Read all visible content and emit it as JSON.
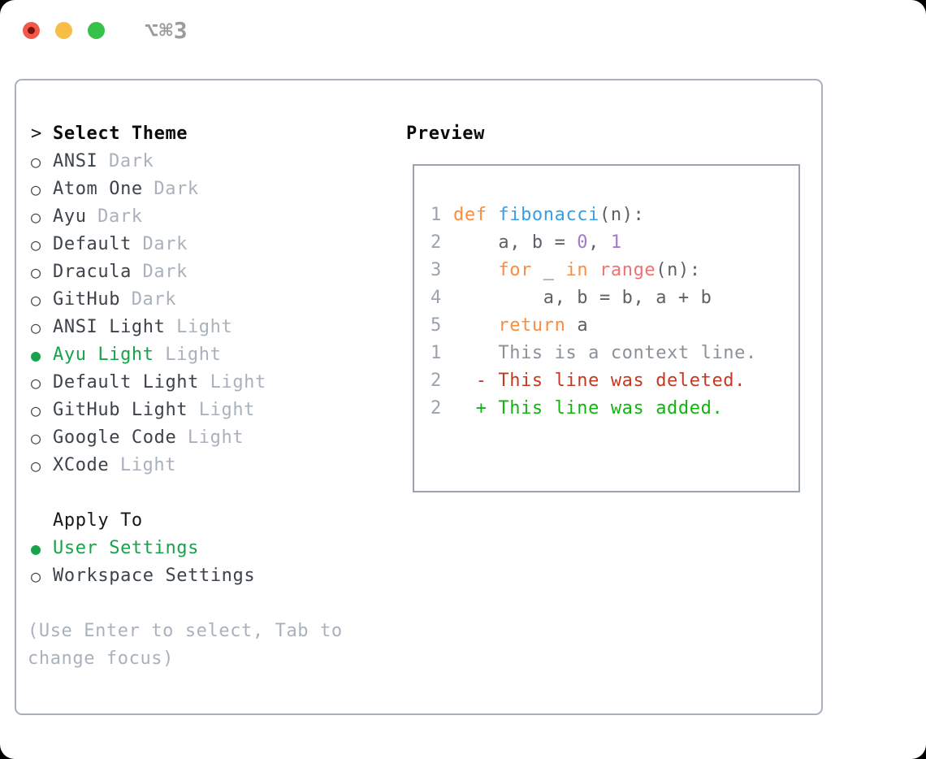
{
  "window": {
    "title": "⌥⌘3",
    "traffic_lights": [
      "close",
      "minimize",
      "zoom"
    ]
  },
  "icons": {
    "prompt": ">",
    "radio_selected": "●",
    "radio_unselected": "○"
  },
  "colors": {
    "selected_green": "#17a34a",
    "added_green": "#11b411",
    "deleted_red": "#c43a20",
    "keyword_orange": "#fa8d3e",
    "function_blue": "#399ee6",
    "constant_purple": "#a37acc",
    "range_coral": "#f07171",
    "muted_gray": "#a9b2bc",
    "panel_border": "#a8b0ba"
  },
  "theme_selector": {
    "header_label": "Select Theme",
    "items": [
      {
        "name": "ANSI",
        "variant": "Dark",
        "selected": false
      },
      {
        "name": "Atom One",
        "variant": "Dark",
        "selected": false
      },
      {
        "name": "Ayu",
        "variant": "Dark",
        "selected": false
      },
      {
        "name": "Default",
        "variant": "Dark",
        "selected": false
      },
      {
        "name": "Dracula",
        "variant": "Dark",
        "selected": false
      },
      {
        "name": "GitHub",
        "variant": "Dark",
        "selected": false
      },
      {
        "name": "ANSI Light",
        "variant": "Light",
        "selected": false
      },
      {
        "name": "Ayu Light",
        "variant": "Light",
        "selected": true
      },
      {
        "name": "Default Light",
        "variant": "Light",
        "selected": false
      },
      {
        "name": "GitHub Light",
        "variant": "Light",
        "selected": false
      },
      {
        "name": "Google Code",
        "variant": "Light",
        "selected": false
      },
      {
        "name": "XCode",
        "variant": "Light",
        "selected": false
      }
    ]
  },
  "apply_to": {
    "label": "Apply To",
    "options": [
      {
        "label": "User Settings",
        "selected": true
      },
      {
        "label": "Workspace Settings",
        "selected": false
      }
    ]
  },
  "hint": {
    "lines": [
      "(Use Enter to select, Tab to",
      "change focus)"
    ]
  },
  "preview": {
    "title": "Preview",
    "code_lines": [
      {
        "num": "1",
        "segments": [
          {
            "t": "def ",
            "c": "kw"
          },
          {
            "t": "fibonacci",
            "c": "fn"
          },
          {
            "t": "(n):",
            "c": "fg"
          }
        ]
      },
      {
        "num": "2",
        "segments": [
          {
            "t": "    a, b = ",
            "c": "fg"
          },
          {
            "t": "0",
            "c": "num"
          },
          {
            "t": ", ",
            "c": "fg"
          },
          {
            "t": "1",
            "c": "num"
          }
        ]
      },
      {
        "num": "3",
        "segments": [
          {
            "t": "    ",
            "c": "fg"
          },
          {
            "t": "for",
            "c": "kw"
          },
          {
            "t": " _ ",
            "c": "fg"
          },
          {
            "t": "in",
            "c": "kw"
          },
          {
            "t": " ",
            "c": "fg"
          },
          {
            "t": "range",
            "c": "rng"
          },
          {
            "t": "(n):",
            "c": "fg"
          }
        ]
      },
      {
        "num": "4",
        "segments": [
          {
            "t": "        a, b = b, a + b",
            "c": "fg"
          }
        ]
      },
      {
        "num": "5",
        "segments": [
          {
            "t": "    ",
            "c": "fg"
          },
          {
            "t": "return",
            "c": "kw"
          },
          {
            "t": " a",
            "c": "fg"
          }
        ]
      },
      {
        "num": "",
        "segments": []
      },
      {
        "num": "1",
        "segments": [
          {
            "t": "    This is a context line.",
            "c": "ctx"
          }
        ]
      },
      {
        "num": "2",
        "segments": [
          {
            "t": "  - This line was deleted.",
            "c": "del"
          }
        ]
      },
      {
        "num": "2",
        "segments": [
          {
            "t": "  + This line was added.",
            "c": "add"
          }
        ]
      }
    ]
  }
}
